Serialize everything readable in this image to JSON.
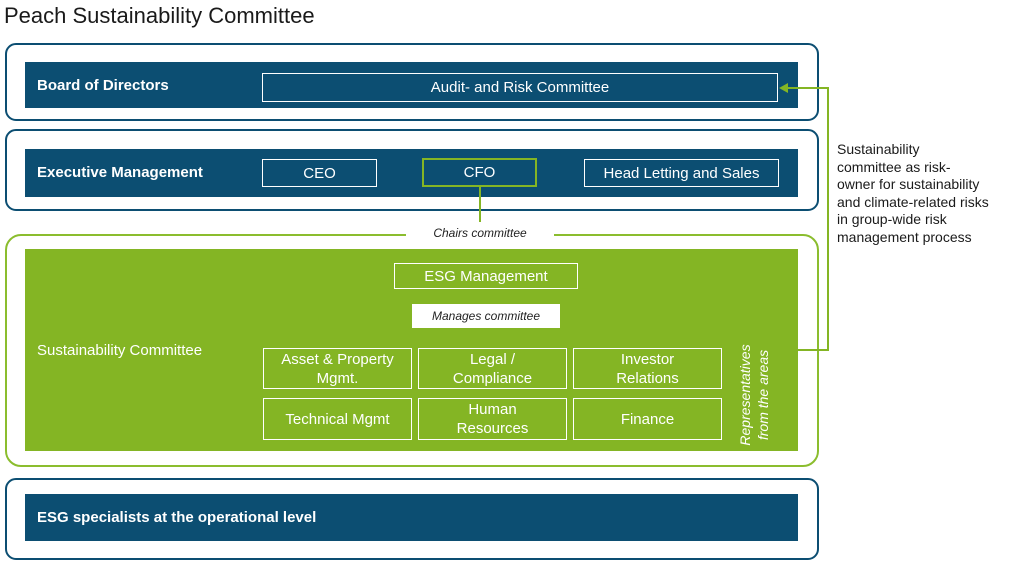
{
  "title": "Peach Sustainability Committee",
  "board": {
    "label": "Board of Directors",
    "committee": "Audit- and Risk Committee"
  },
  "executive": {
    "label": "Executive Management",
    "roles": [
      "CEO",
      "CFO",
      "Head Letting and Sales"
    ]
  },
  "chairs_label": "Chairs committee",
  "sustainability": {
    "label": "Sustainability Committee",
    "esg_management": "ESG Management",
    "manages_label": "Manages committee",
    "areas": [
      "Asset & Property Mgmt.",
      "Legal / Compliance",
      "Investor Relations",
      "Technical Mgmt",
      "Human Resources",
      "Finance"
    ],
    "representatives_line1": "Representatives",
    "representatives_line2": "from the areas"
  },
  "operational": {
    "label": "ESG specialists at the operational level"
  },
  "side_note": [
    "Sustainability",
    "committee as risk-",
    "owner for sustainability",
    "and climate-related risks",
    "in group-wide risk",
    "management process"
  ],
  "colors": {
    "navy": "#0c4e72",
    "green": "#84b524",
    "green_line": "#8bbd2e"
  }
}
